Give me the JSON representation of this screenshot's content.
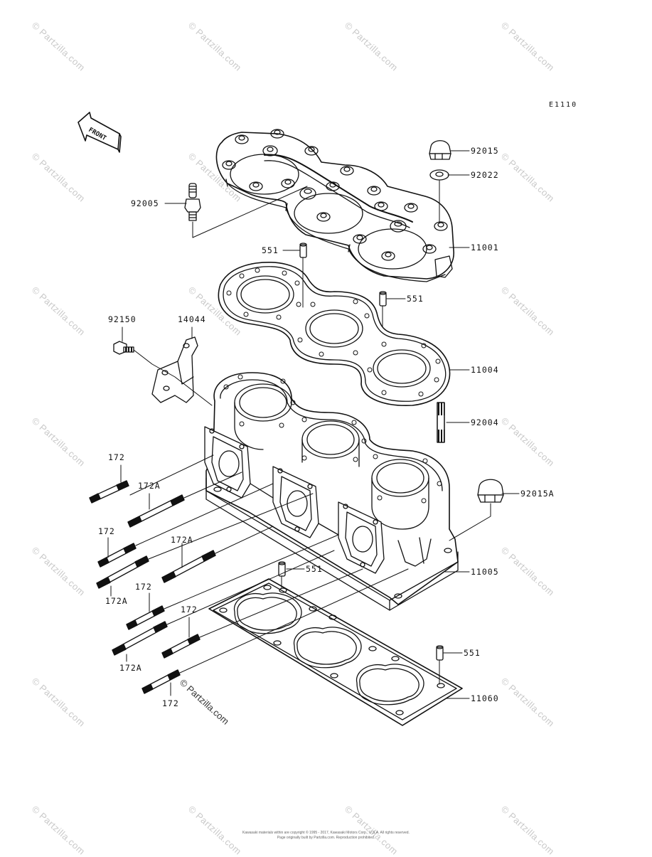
{
  "diagram": {
    "code": "E1110",
    "front_label": "FRONT",
    "copyright_watermark": "© Partzilla.com",
    "watermark_text": "© Partzilla.com",
    "footer_line1": "Kawasaki materials within are copyright © 1995 - 2017, Kawasaki Motors Corp., U.S.A. All rights reserved.",
    "footer_line2": "Page originally built by Partzilla.com. Reproduction prohibited."
  },
  "parts": {
    "p92015": "92015",
    "p92022": "92022",
    "p92005": "92005",
    "p11001": "11001",
    "p551_a": "551",
    "p551_b": "551",
    "p551_c": "551",
    "p551_d": "551",
    "p92150": "92150",
    "p14044": "14044",
    "p11004": "11004",
    "p92004": "92004",
    "p172_a": "172",
    "p172A_a": "172A",
    "p172_b": "172",
    "p172A_b": "172A",
    "p172A_c": "172A",
    "p172_c": "172",
    "p172_d": "172",
    "p172A_d": "172A",
    "p172_e": "172",
    "p92015A": "92015A",
    "p11005": "11005",
    "p11060": "11060"
  }
}
